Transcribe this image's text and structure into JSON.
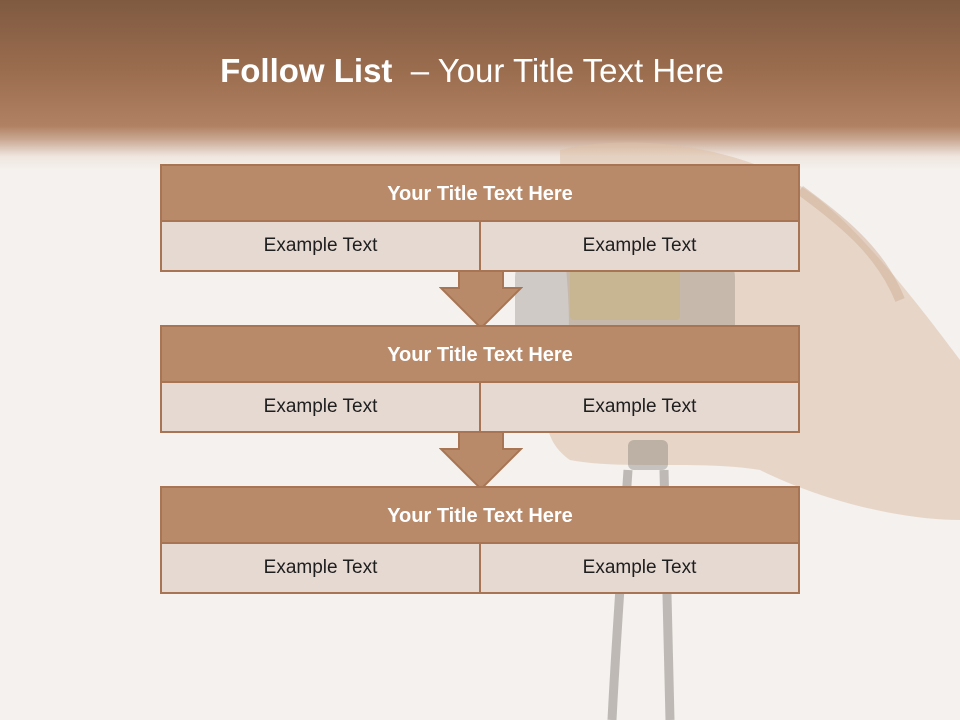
{
  "slide": {
    "title_bold": "Follow List",
    "title_rest": "– Your Title Text Here"
  },
  "steps": [
    {
      "title": "Your Title Text Here",
      "left": "Example Text",
      "right": "Example Text"
    },
    {
      "title": "Your Title Text Here",
      "left": "Example Text",
      "right": "Example Text"
    },
    {
      "title": "Your Title Text Here",
      "left": "Example Text",
      "right": "Example Text"
    }
  ],
  "colors": {
    "header_brown": "#9a6c4e",
    "title_fill": "#b98a69",
    "cell_fill": "#e6d9d2",
    "border": "#a77553"
  }
}
